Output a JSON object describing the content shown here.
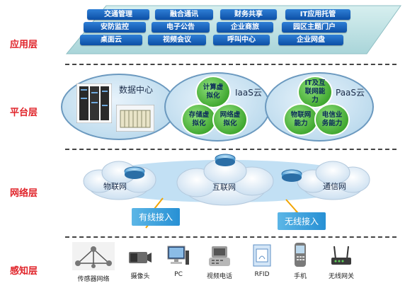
{
  "layers": {
    "application": "应用层",
    "platform": "平台层",
    "network": "网络层",
    "perception": "感知层"
  },
  "application": {
    "group1": [
      "交通管理",
      "安防监控",
      "桌面云"
    ],
    "group2": [
      "融合通讯",
      "电子公告",
      "视频会议"
    ],
    "group3": [
      "财务共享",
      "企业商旅",
      "呼叫中心"
    ],
    "group4": [
      "IT应用托管",
      "园区主题门户",
      "企业网盘"
    ]
  },
  "platform": {
    "datacenter": "数据中心",
    "iaas": {
      "label": "IaaS云",
      "circles": [
        "计算虚拟化",
        "存储虚拟化",
        "网络虚拟化"
      ]
    },
    "paas": {
      "label": "PaaS云",
      "circles": [
        "IT及互联网能力",
        "物联网能力",
        "电信业务能力"
      ]
    }
  },
  "network": {
    "iot": "物联网",
    "internet": "互联网",
    "telecom": "通信网",
    "wired": "有线接入",
    "wireless": "无线接入"
  },
  "perception": {
    "items": [
      "传感器网络",
      "摄像头",
      "PC",
      "视频电话",
      "RFID",
      "手机",
      "无线网关"
    ]
  },
  "colors": {
    "layer_label": "#e0242a",
    "app_button": "#1766c0",
    "circle_green": "#3da52d"
  }
}
